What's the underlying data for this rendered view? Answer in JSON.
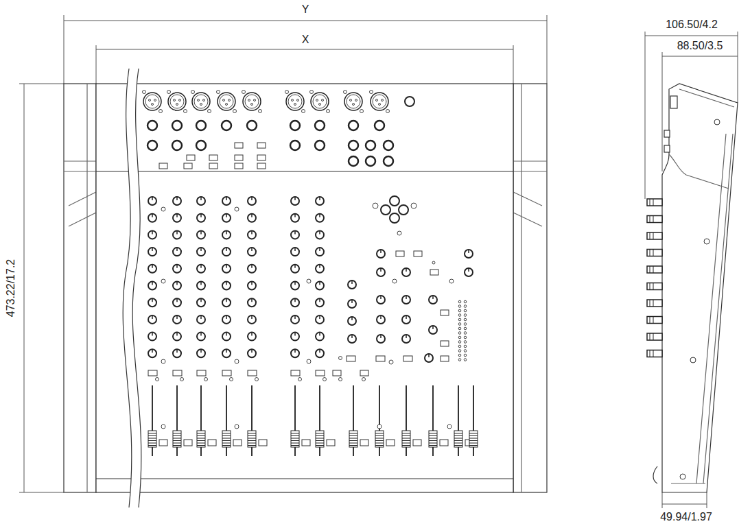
{
  "diagram": {
    "labels": [
      "Y",
      "X",
      "473.22/17.2",
      "106.50/4.2",
      "88.50/3.5",
      "49.94/1.97"
    ]
  }
}
